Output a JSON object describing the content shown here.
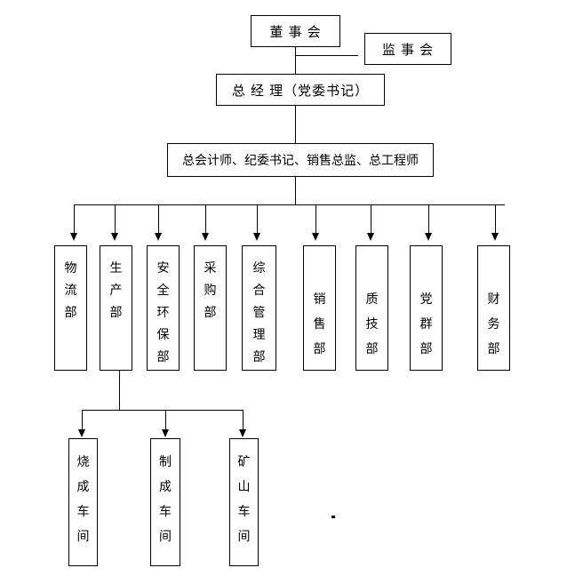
{
  "colors": {
    "background": "#ffffff",
    "line": "#000000",
    "text": "#000000"
  },
  "org_chart": {
    "top": {
      "board_label": "董 事 会",
      "supervisory_label": "监 事 会",
      "gm_label": "总 经 理（党委书记）",
      "staff_label": "总会计师、纪委书记、销售总监、总工程师"
    },
    "departments": [
      "物流部",
      "生产部",
      "安全环保部",
      "采购部",
      "综合管理部",
      "销售部",
      "质技部",
      "党群部",
      "财务部"
    ],
    "workshops": [
      "烧成车间",
      "制成车间",
      "矿山车间"
    ],
    "stray_mark": "."
  }
}
